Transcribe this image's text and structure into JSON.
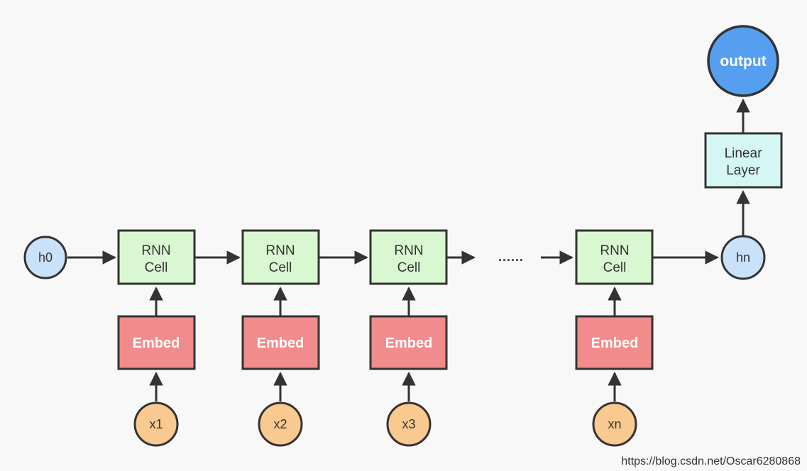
{
  "diagram": {
    "colors": {
      "background": "#f8f8f8",
      "stroke": "#333333",
      "label_dark": "#333333",
      "label_light": "#ffffff",
      "rnn_cell_fill": "#d9f7d1",
      "embed_fill": "#f28c8c",
      "input_fill": "#f9c98f",
      "hidden_state_fill": "#c9e1f9",
      "output_fill": "#569ff0",
      "linear_layer_fill": "#d4f7f3"
    },
    "nodes": {
      "h0": "h0",
      "hn": "hn",
      "output": "output",
      "linear_line1": "Linear",
      "linear_line2": "Layer",
      "rnn_line1": "RNN",
      "rnn_line2": "Cell",
      "embed": "Embed",
      "x1": "x1",
      "x2": "x2",
      "x3": "x3",
      "xn": "xn",
      "ellipsis": "......"
    },
    "watermark": {
      "text": "https://blog.csdn.net/Oscar6280868",
      "color": "#52f452"
    }
  }
}
